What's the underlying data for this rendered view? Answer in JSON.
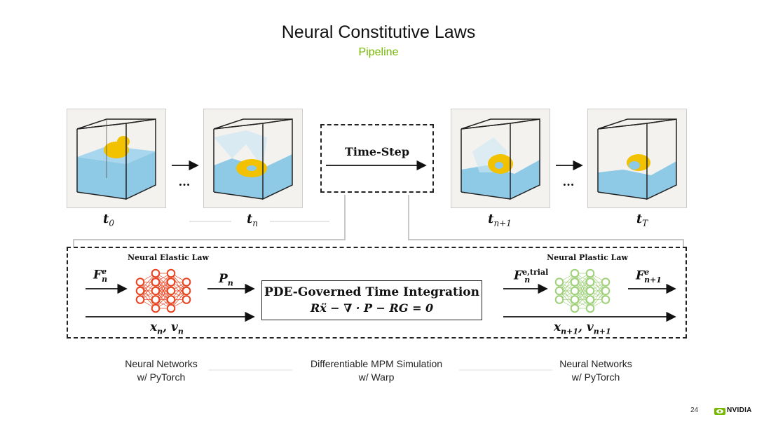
{
  "header": {
    "title": "Neural Constitutive Laws",
    "subtitle": "Pipeline"
  },
  "frames": [
    {
      "label_main": "t",
      "label_sub": "0"
    },
    {
      "label_main": "t",
      "label_sub": "n"
    },
    {
      "label_main": "t",
      "label_sub": "n+1"
    },
    {
      "label_main": "t",
      "label_sub": "T"
    }
  ],
  "ellipsis": "...",
  "timestep": {
    "label": "Time-Step"
  },
  "elastic": {
    "title": "Neural Elastic Law",
    "input_main": "F",
    "input_sup": "e",
    "input_sub": "n",
    "output_main": "P",
    "output_sub": "n"
  },
  "pde": {
    "title": "PDE-Governed Time Integration",
    "equation": "Rẍ − ∇ · P − RG = 0"
  },
  "plastic": {
    "title": "Neural Plastic Law",
    "input_main": "F",
    "input_sup": "e,trial",
    "input_sub": "n",
    "output_main": "F",
    "output_sup": "e",
    "output_sub": "n+1"
  },
  "state_in": "x_n, v_n",
  "state_in_parts": {
    "x": "x",
    "xs": "n",
    "sep": ",",
    "v": "v",
    "vs": "n"
  },
  "state_out_parts": {
    "x": "x",
    "xs": "n+1",
    "sep": ",",
    "v": "v",
    "vs": "n+1"
  },
  "captions": [
    {
      "line1": "Neural Networks",
      "line2": "w/ PyTorch"
    },
    {
      "line1": "Differentiable MPM Simulation",
      "line2": "w/ Warp"
    },
    {
      "line1": "Neural Networks",
      "line2": "w/ PyTorch"
    }
  ],
  "footer": {
    "page_number": "24",
    "brand": "NVIDIA"
  },
  "colors": {
    "accent": "#76b900",
    "elastic_net": "#e8431f",
    "plastic_net": "#9fd07a",
    "duck": "#f2c200",
    "sand": "#8ec9e6"
  }
}
